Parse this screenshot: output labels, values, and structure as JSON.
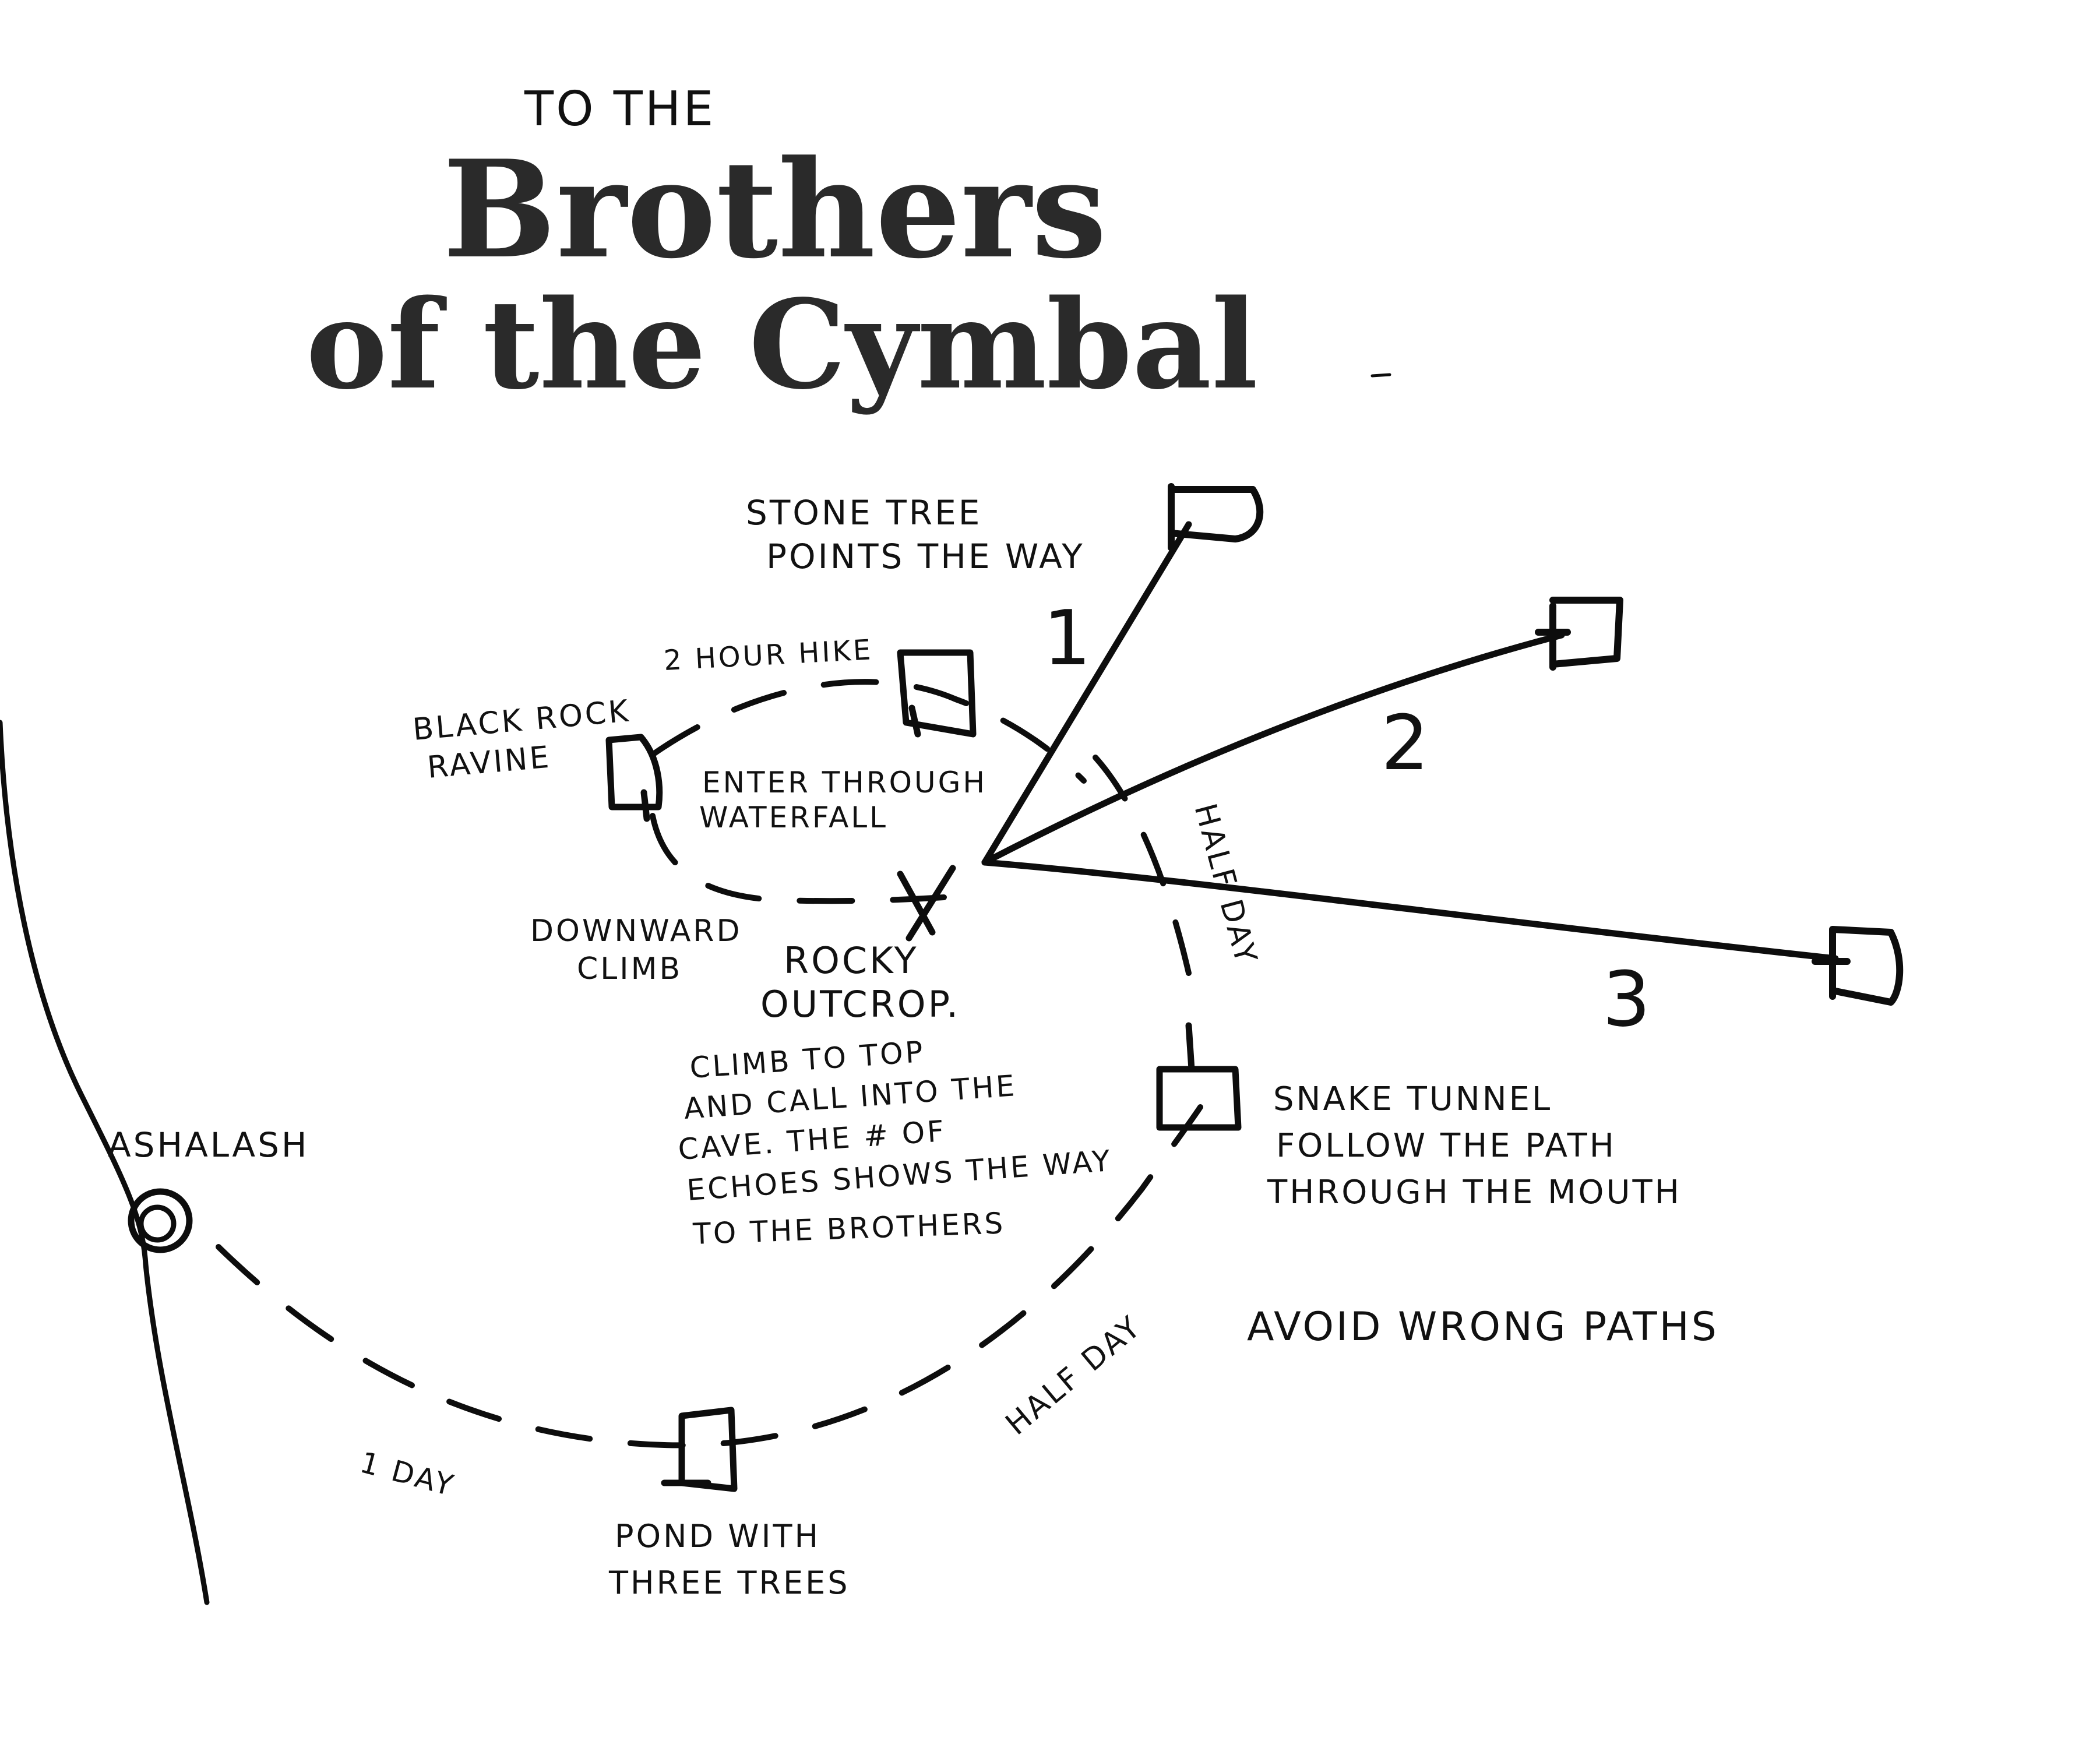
{
  "title": {
    "prefix": "TO THE",
    "line1": "Brothers",
    "line2": "of the Cymbal"
  },
  "labels": {
    "stone_tree_1": "STONE TREE",
    "stone_tree_2": "POINTS THE WAY",
    "hike": "2 HOUR HIKE",
    "black_rock_1": "BLACK ROCK",
    "black_rock_2": "RAVINE",
    "enter_1": "ENTER THROUGH",
    "enter_2": "WATERFALL",
    "downward_1": "DOWNWARD",
    "downward_2": "CLIMB",
    "rocky_1": "ROCKY",
    "rocky_2": "OUTCROP.",
    "climb_1": "CLIMB TO TOP",
    "climb_2": "AND CALL INTO THE",
    "climb_3": "CAVE. THE # OF",
    "climb_4": "ECHOES SHOWS THE WAY",
    "climb_5": "TO THE BROTHERS",
    "half_day_vertical": "HALF DAY",
    "snake_1": "SNAKE TUNNEL",
    "snake_2": "FOLLOW THE PATH",
    "snake_3": "THROUGH THE MOUTH",
    "avoid": "AVOID WRONG PATHS",
    "ashalash": "ASHALASH",
    "one_day": "1 DAY",
    "half_day": "HALF DAY",
    "pond_1": "POND WITH",
    "pond_2": "THREE TREES",
    "num_1": "1",
    "num_2": "2",
    "num_3": "3"
  },
  "colors": {
    "ink": "#0d0d0d",
    "title": "#2a2a2a",
    "paper": "#ffffff"
  }
}
